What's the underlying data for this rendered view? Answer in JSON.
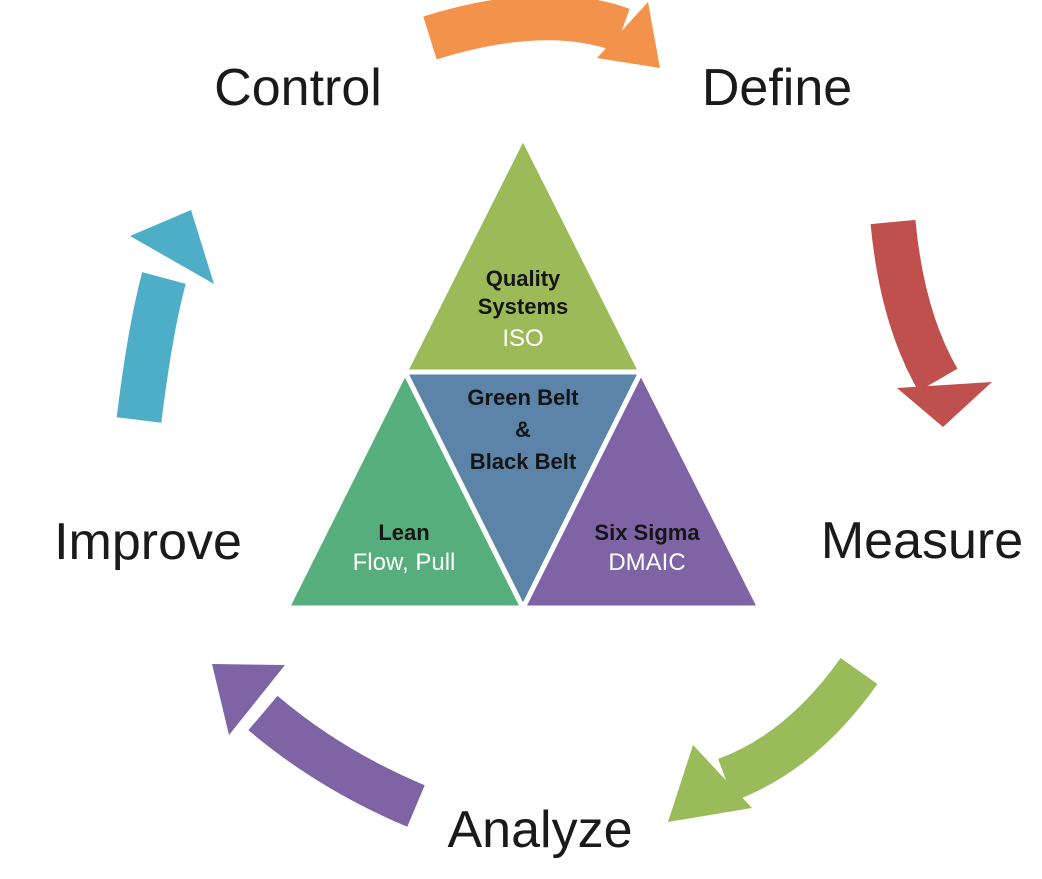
{
  "diagram_type": "lean-six-sigma-dmaic-cycle",
  "dmaic_steps": [
    "Define",
    "Measure",
    "Analyze",
    "Improve",
    "Control"
  ],
  "arrows": {
    "control_to_define": {
      "color": "#F2924B"
    },
    "define_to_measure": {
      "color": "#C0504D"
    },
    "measure_to_analyze": {
      "color": "#9ABB59"
    },
    "analyze_to_improve": {
      "color": "#7E63A5"
    },
    "improve_to_control": {
      "color": "#4EAEC8"
    }
  },
  "pyramid": {
    "top": {
      "title": "Quality Systems",
      "subtitle": "ISO",
      "color": "#9CBA58"
    },
    "center": {
      "line1": "Green Belt",
      "line2": "&",
      "line3": "Black Belt",
      "color": "#5B84A8"
    },
    "left": {
      "title": "Lean",
      "subtitle": "Flow, Pull",
      "color": "#56AE7C"
    },
    "right": {
      "title": "Six Sigma",
      "subtitle": "DMAIC",
      "color": "#7E63A5"
    }
  },
  "colors": {
    "background": "#ffffff",
    "label_text": "#1a1a1a",
    "triangle_title_text": "#151515",
    "triangle_subtitle_text": "#ffffff"
  }
}
